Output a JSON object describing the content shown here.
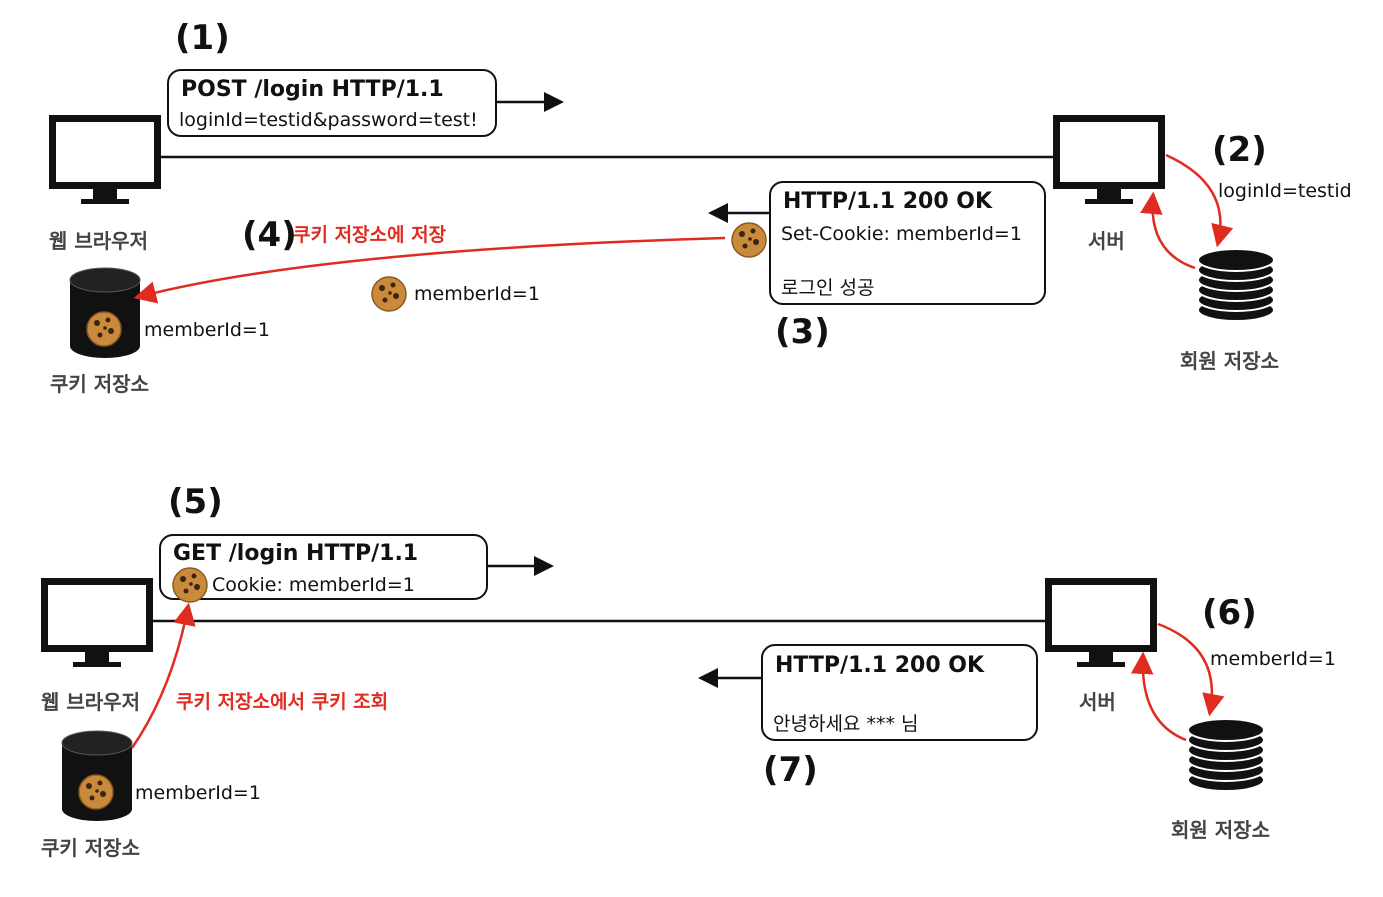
{
  "flow1": {
    "step1": "(1)",
    "step2": "(2)",
    "step3": "(3)",
    "step4": "(4)",
    "request": {
      "line1": "POST /login HTTP/1.1",
      "line2": "loginId=testid&password=test!"
    },
    "response": {
      "line1": "HTTP/1.1 200 OK",
      "line2": "Set-Cookie: memberId=1",
      "line3": "로그인 성공"
    },
    "browser_label": "웹 브라우저",
    "server_label": "서버",
    "member_store_label": "회원 저장소",
    "cookie_store_label": "쿠키 저장소",
    "server_query": "loginId=testid",
    "save_cookie": "쿠키 저장소에 저장",
    "cookie_in_transit": "memberId=1",
    "cookie_stored": "memberId=1"
  },
  "flow2": {
    "step5": "(5)",
    "step6": "(6)",
    "step7": "(7)",
    "request": {
      "line1": "GET /login HTTP/1.1",
      "line2": "Cookie: memberId=1"
    },
    "response": {
      "line1": "HTTP/1.1 200 OK",
      "line2": "안녕하세요 *** 님"
    },
    "browser_label": "웹 브라우저",
    "server_label": "서버",
    "member_store_label": "회원 저장소",
    "cookie_store_label": "쿠키 저장소",
    "server_query": "memberId=1",
    "lookup_cookie": "쿠키 저장소에서 쿠키 조회",
    "cookie_stored": "memberId=1"
  },
  "colors": {
    "accent_red": "#e02b20",
    "ink": "#111111",
    "label_gray": "#444444"
  }
}
